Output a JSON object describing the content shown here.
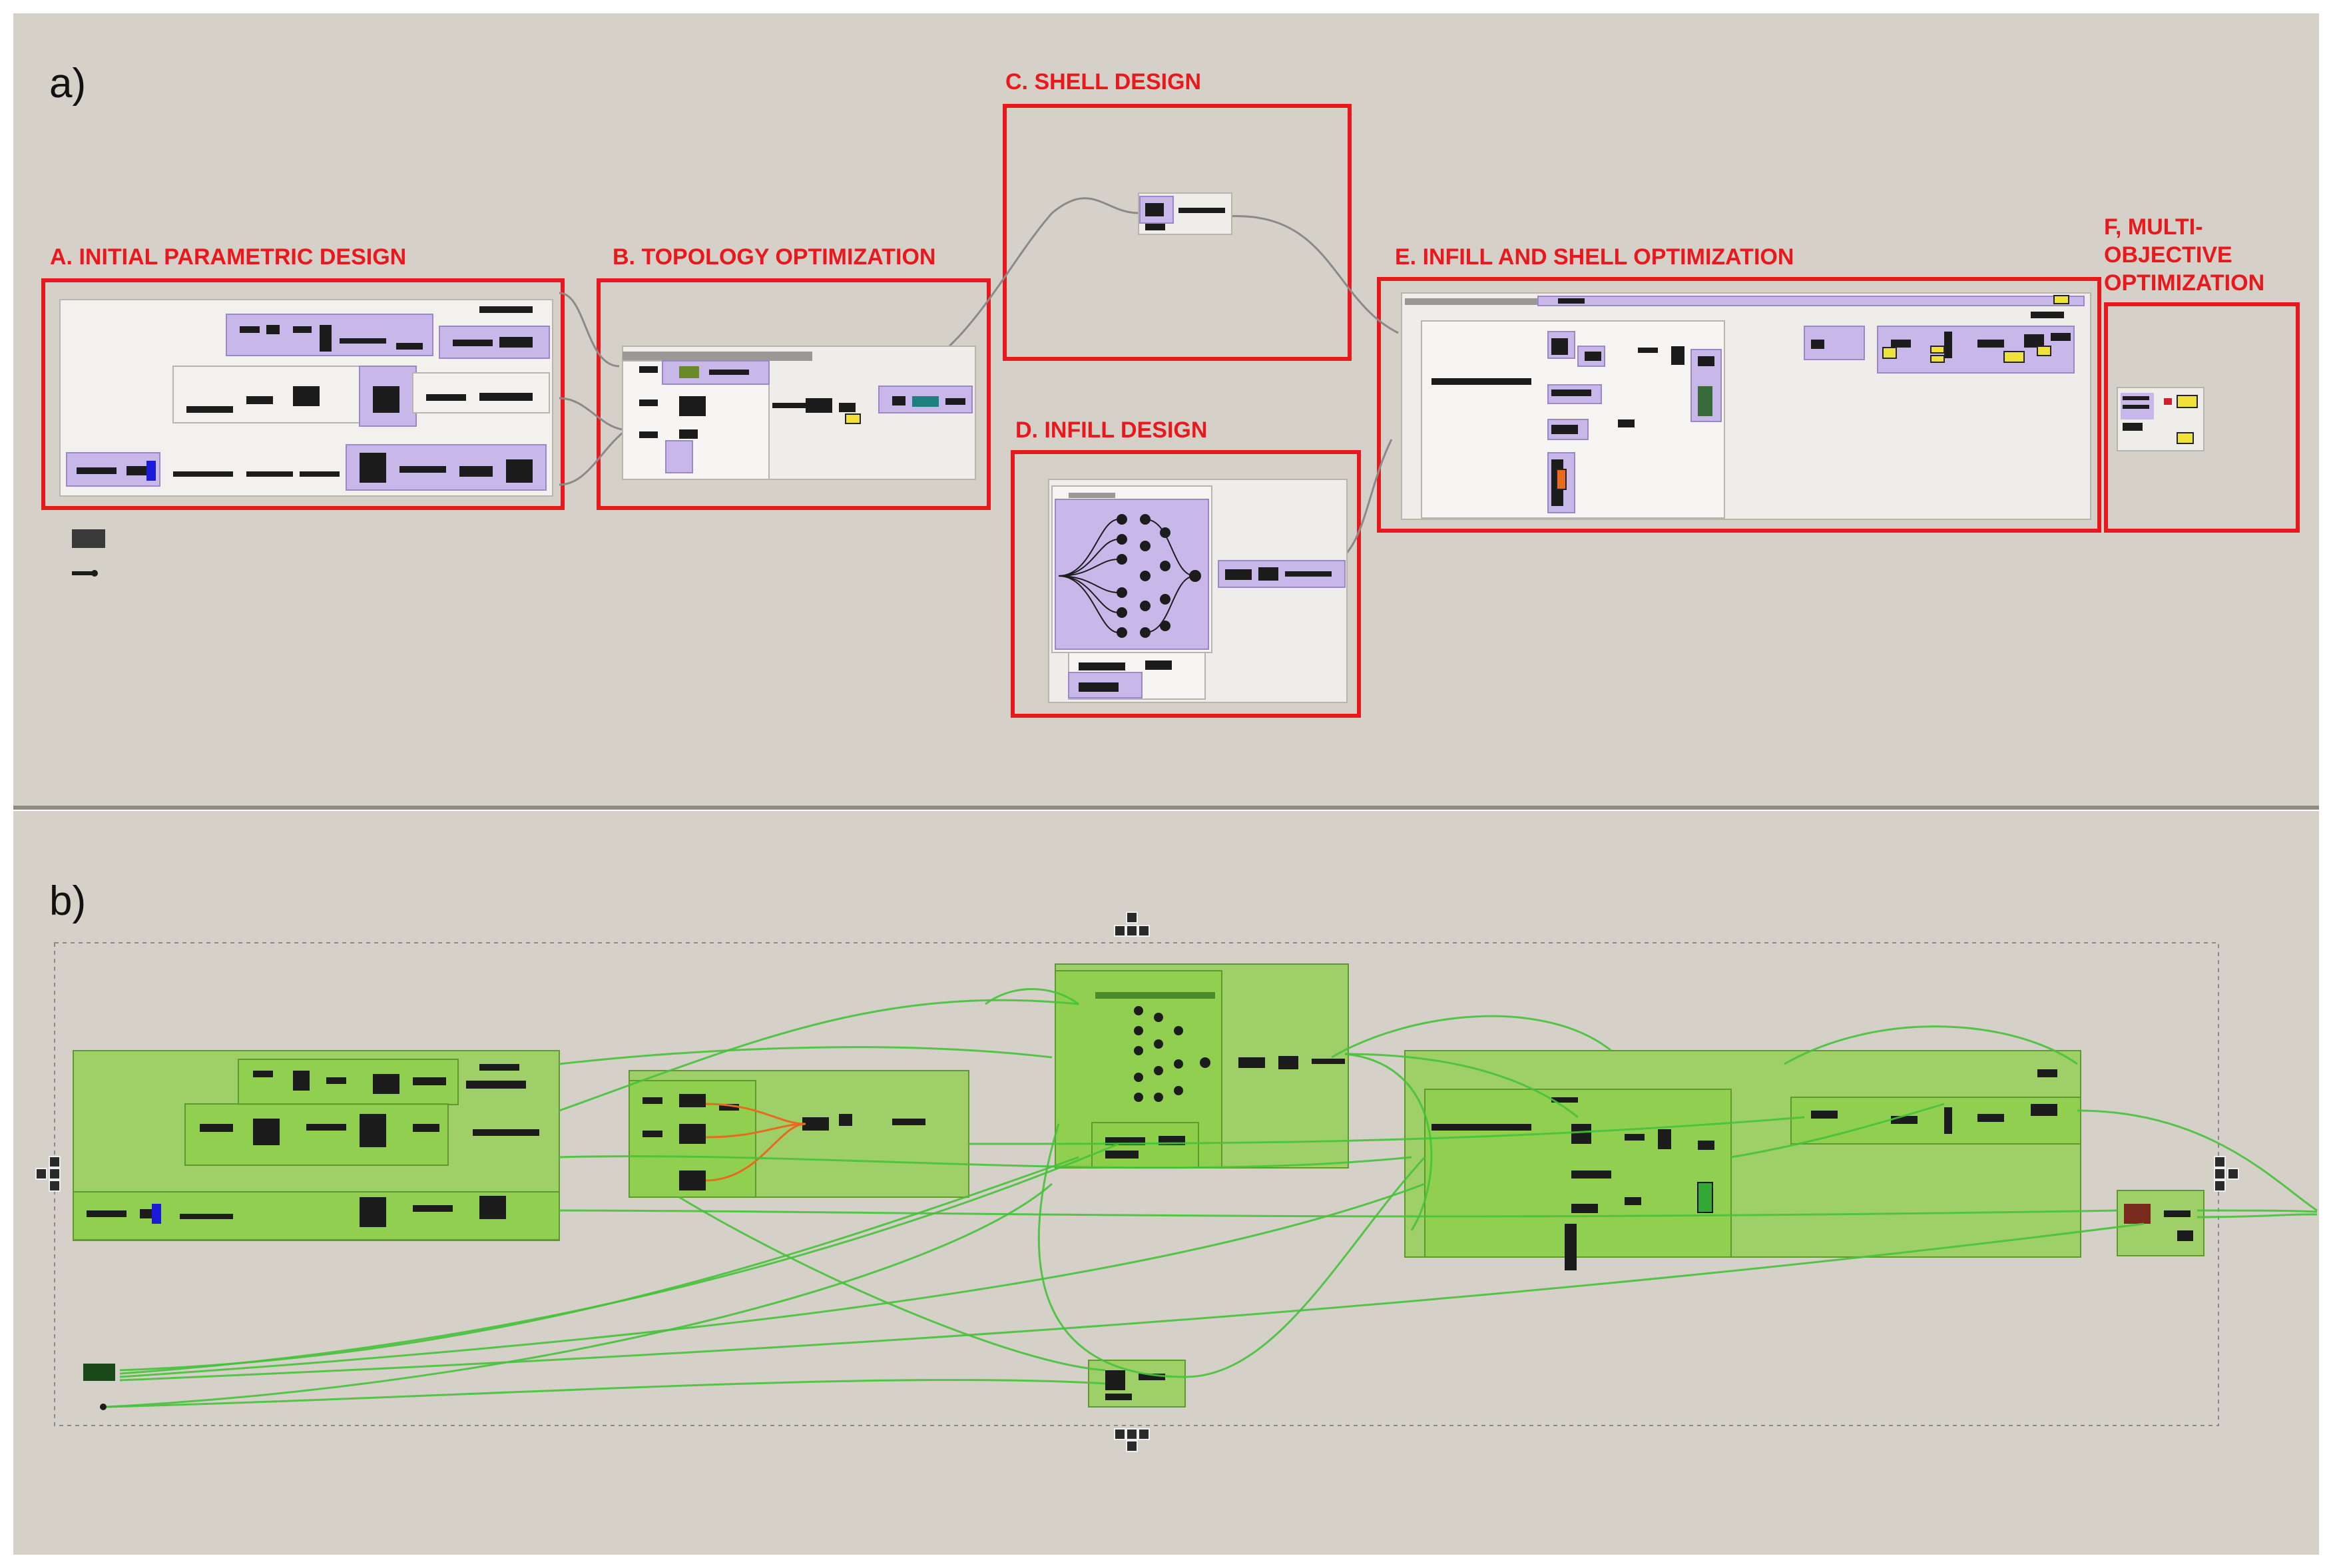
{
  "panel_a": {
    "label": "a)",
    "regions": [
      {
        "id": "A",
        "label": "A. INITIAL PARAMETRIC DESIGN"
      },
      {
        "id": "B",
        "label": "B. TOPOLOGY OPTIMIZATION"
      },
      {
        "id": "C",
        "label": "C. SHELL DESIGN"
      },
      {
        "id": "D",
        "label": "D. INFILL DESIGN"
      },
      {
        "id": "E",
        "label": "E. INFILL AND SHELL OPTIMIZATION"
      },
      {
        "id": "F",
        "label_lines": [
          "F, MULTI-",
          "OBJECTIVE",
          "OPTIMIZATION"
        ]
      }
    ]
  },
  "panel_b": {
    "label": "b)"
  },
  "colors": {
    "canvas": "#d5d0c8",
    "region_border": "#e8181c",
    "group_purple": "#c8b8ea",
    "group_light": "#f3f1ee",
    "group_green": "#8ccf4a",
    "wire_green": "#46c23a",
    "wire_gray": "#8a8a8a"
  },
  "icons": [
    "zoom-nav-control"
  ]
}
